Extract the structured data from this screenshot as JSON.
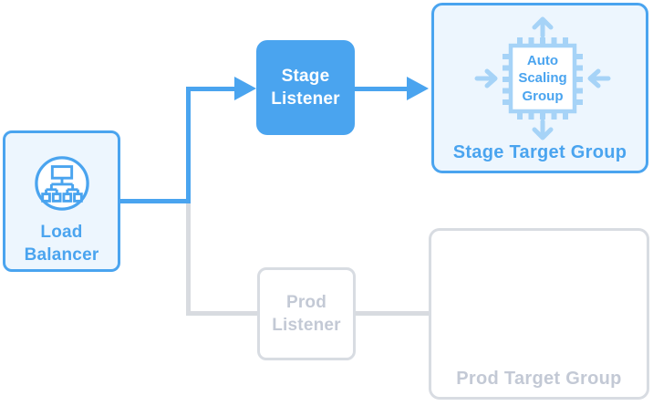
{
  "colors": {
    "accent": "#4aa4ef",
    "accent_light": "#a6d3f7",
    "fill_light": "#edf6fe",
    "inactive_border": "#d8dce2",
    "inactive_text": "#c3c9d5",
    "inactive_line": "#d8dbe0"
  },
  "nodes": {
    "load_balancer": {
      "label": "Load Balancer"
    },
    "stage_listener": {
      "label": "Stage Listener"
    },
    "prod_listener": {
      "label": "Prod Listener"
    },
    "stage_target_group": {
      "label": "Stage Target Group",
      "icon_label": "Auto Scaling Group"
    },
    "prod_target_group": {
      "label": "Prod Target Group"
    }
  }
}
